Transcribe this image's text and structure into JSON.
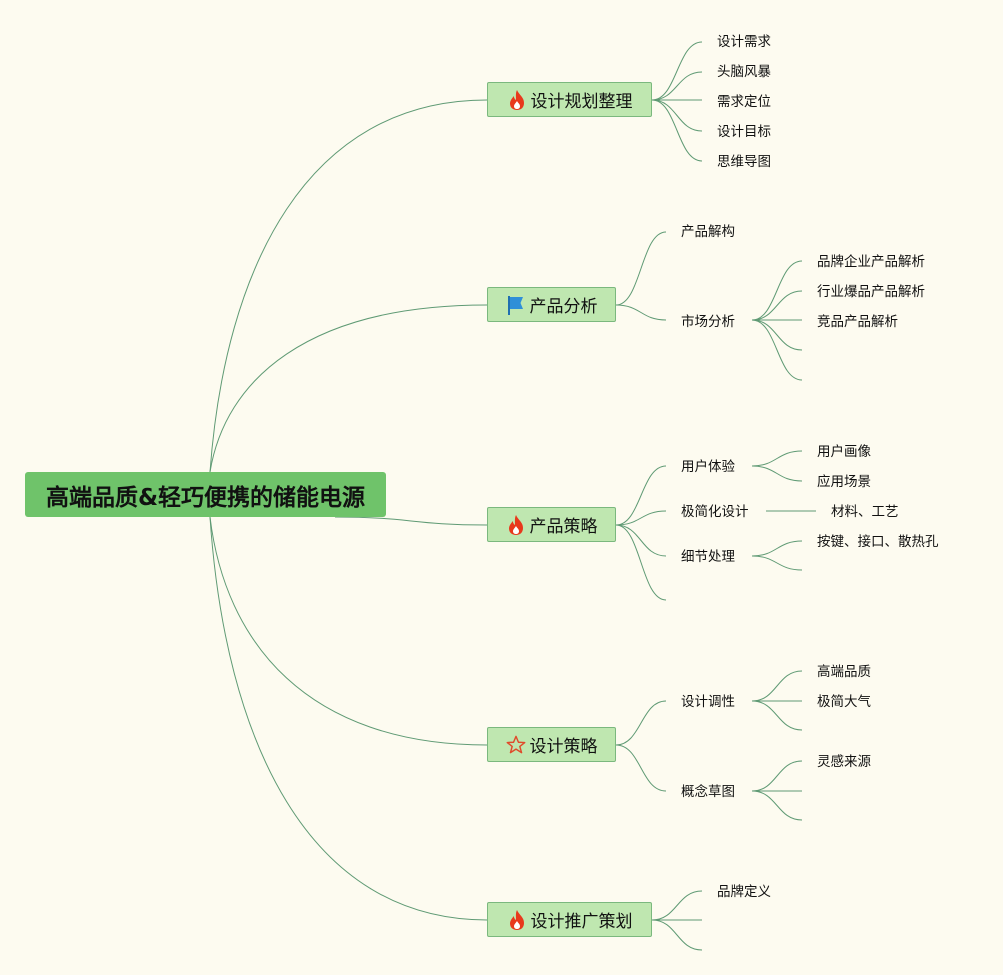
{
  "root": {
    "label": "高端品质&轻巧便携的储能电源"
  },
  "branches": {
    "planning": {
      "label": "设计规划整理",
      "icon": "fire-icon",
      "items": [
        "设计需求",
        "头脑风暴",
        "需求定位",
        "设计目标",
        "思维导图"
      ]
    },
    "analysis": {
      "label": "产品分析",
      "icon": "flag-icon",
      "items": {
        "deconstruct": "产品解构",
        "market": {
          "label": "市场分析",
          "items": [
            "品牌企业产品解析",
            "行业爆品产品解析",
            "竞品产品解析"
          ]
        }
      }
    },
    "strategy": {
      "label": "产品策略",
      "icon": "fire-icon",
      "items": {
        "ux": {
          "label": "用户体验",
          "items": [
            "用户画像",
            "应用场景"
          ]
        },
        "minimal": {
          "label": "极简化设计",
          "items": [
            "材料、工艺"
          ]
        },
        "detail": {
          "label": "细节处理",
          "items": [
            "按键、接口、散热孔"
          ]
        }
      }
    },
    "design": {
      "label": "设计策略",
      "icon": "star-icon",
      "items": {
        "tone": {
          "label": "设计调性",
          "items": [
            "高端品质",
            "极简大气"
          ]
        },
        "sketch": {
          "label": "概念草图",
          "items": [
            "灵感来源"
          ]
        }
      }
    },
    "promotion": {
      "label": "设计推广策划",
      "icon": "fire-icon",
      "items": [
        "品牌定义"
      ]
    }
  },
  "colors": {
    "background": "#fdfbf0",
    "root_fill": "#6fc36a",
    "branch_fill": "#bfe7b0",
    "branch_border": "#7bb87e",
    "connector": "#5f9a74",
    "fire": "#e8391c",
    "flag": "#2f8fd8",
    "star": "#e04a2a"
  }
}
